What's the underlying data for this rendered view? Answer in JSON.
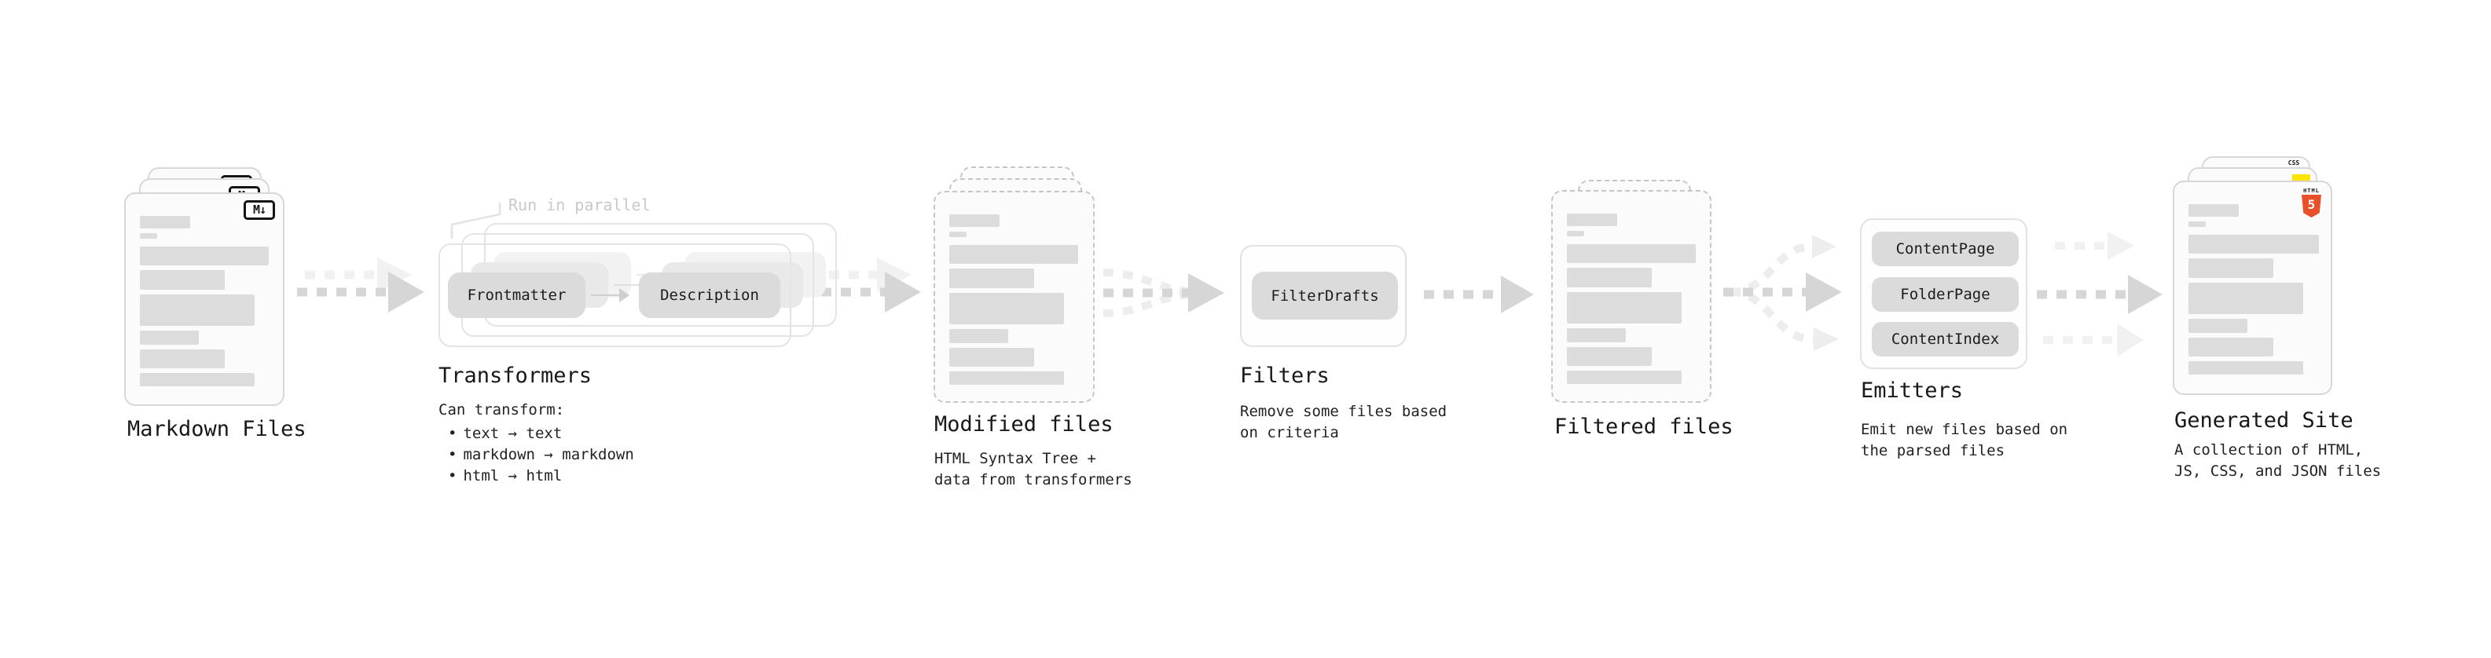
{
  "diagram": {
    "bullet_char": "•",
    "annotation_run_parallel": "Run in parallel",
    "sections": {
      "markdown_files": {
        "title": "Markdown Files",
        "badge": "M↓"
      },
      "transformers": {
        "title": "Transformers",
        "pill_left": "Frontmatter",
        "pill_right": "Description",
        "subtitle": "Can transform:",
        "bullets": [
          "text → text",
          "markdown → markdown",
          "html → html"
        ]
      },
      "modified_files": {
        "title": "Modified files",
        "subtitle": "HTML Syntax Tree +\ndata from transformers"
      },
      "filters": {
        "title": "Filters",
        "pill": "FilterDrafts",
        "subtitle": "Remove some files based\non criteria"
      },
      "filtered_files": {
        "title": "Filtered files"
      },
      "emitters": {
        "title": "Emitters",
        "pills": [
          "ContentPage",
          "FolderPage",
          "ContentIndex"
        ],
        "subtitle": "Emit new files based on\nthe parsed files"
      },
      "generated_site": {
        "title": "Generated Site",
        "subtitle": "A collection of HTML,\nJS, CSS, and JSON files",
        "badge_css": "CSS",
        "badge_html": "HTML",
        "badge_html_number": "5"
      }
    }
  },
  "colors": {
    "arrow_dark": "#d6d6d6",
    "arrow_light": "#f1f1f1",
    "accent_blue": "#2862e9",
    "accent_yellow": "#ffe400",
    "accent_orange": "#e8502a"
  }
}
